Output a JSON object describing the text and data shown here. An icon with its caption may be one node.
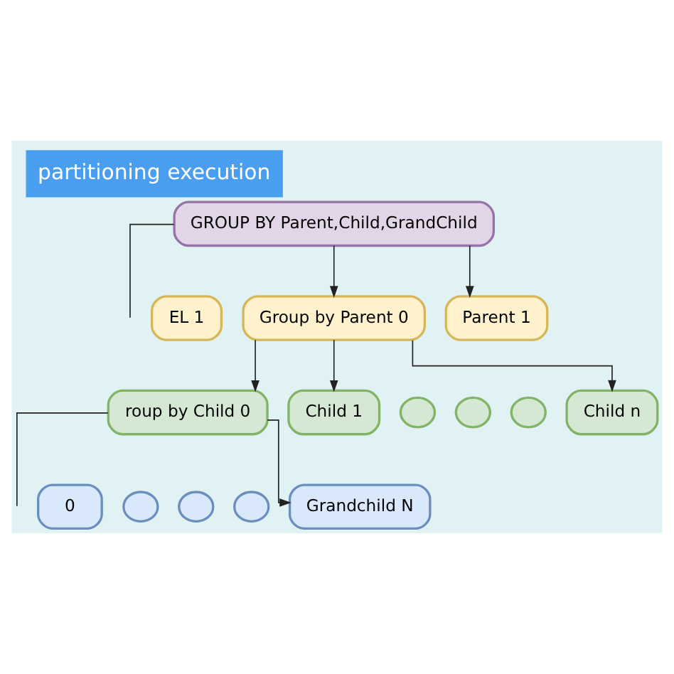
{
  "diagram": {
    "title": "partitioning execution",
    "nodes": [
      {
        "text": [
          "GROUP BY Parent,Child,GrandChild"
        ]
      },
      {
        "text": [
          "EL 1"
        ]
      },
      {
        "text": [
          "Group by Parent 0"
        ]
      },
      {
        "text": [
          "Parent 1"
        ]
      },
      {
        "text": [
          "roup by Child 0"
        ]
      },
      {
        "text": [
          "Child 1"
        ]
      },
      {
        "text": [],
        "shape": "circle"
      },
      {
        "text": [],
        "shape": "circle"
      },
      {
        "text": [],
        "shape": "circle"
      },
      {
        "text": [
          "Child n"
        ]
      },
      {
        "text": [
          "0"
        ]
      },
      {
        "text": [],
        "shape": "circle"
      },
      {
        "text": [],
        "shape": "circle"
      },
      {
        "text": [],
        "shape": "circle"
      },
      {
        "text": [
          "Grandchild N"
        ]
      }
    ],
    "edges": [
      {
        "from": 0,
        "to": 2,
        "arrow": "to"
      },
      {
        "from": 0,
        "to": 3,
        "arrow": "to"
      },
      {
        "from": 0,
        "to": null,
        "arrow": "none"
      },
      {
        "from": 2,
        "to": 4,
        "arrow": "to"
      },
      {
        "from": 2,
        "to": 5,
        "arrow": "to"
      },
      {
        "from": 2,
        "to": 9,
        "arrow": "to"
      },
      {
        "from": 4,
        "to": 14,
        "arrow": "to"
      },
      {
        "from": 4,
        "to": null,
        "arrow": "none"
      }
    ]
  }
}
